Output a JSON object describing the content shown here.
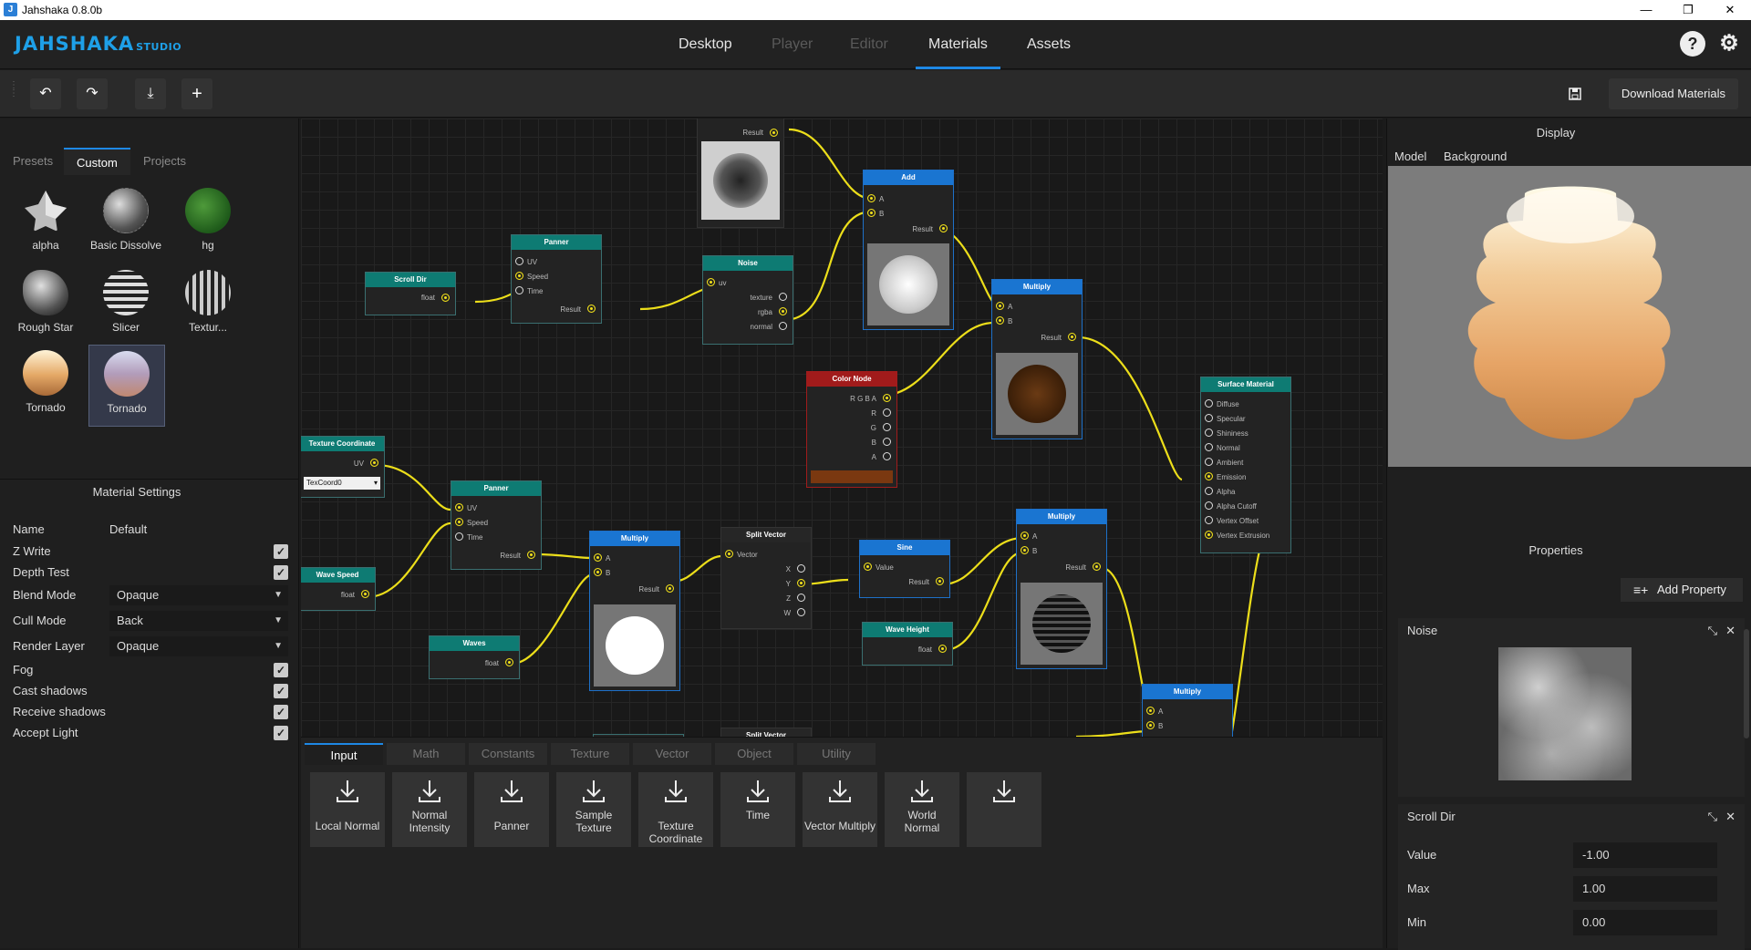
{
  "window": {
    "title": "Jahshaka 0.8.0b",
    "minimize": "—",
    "maximize": "❐",
    "close": "✕"
  },
  "header": {
    "logo": "JAHSHAKA",
    "logo_sub": "STUDIO",
    "tabs": [
      {
        "label": "Desktop",
        "state": "normal"
      },
      {
        "label": "Player",
        "state": "disabled"
      },
      {
        "label": "Editor",
        "state": "disabled"
      },
      {
        "label": "Materials",
        "state": "active"
      },
      {
        "label": "Assets",
        "state": "normal"
      }
    ],
    "help_icon": "?",
    "settings_icon": "⚙"
  },
  "toolbar": {
    "undo": "↶",
    "redo": "↷",
    "download": "⤓",
    "add": "+",
    "save_icon": "🖫",
    "download_materials": "Download Materials"
  },
  "left": {
    "tabs": [
      "Presets",
      "Custom",
      "Projects"
    ],
    "materials": [
      {
        "name": "alpha"
      },
      {
        "name": "Basic Dissolve"
      },
      {
        "name": "hg"
      },
      {
        "name": "Rough Star"
      },
      {
        "name": "Slicer"
      },
      {
        "name": "Textur..."
      },
      {
        "name": "Tornado"
      },
      {
        "name": "Tornado"
      }
    ],
    "settings_title": "Material Settings",
    "settings": {
      "name_label": "Name",
      "name_value": "Default",
      "zwrite": "Z Write",
      "depth_test": "Depth Test",
      "blend_mode": "Blend Mode",
      "blend_value": "Opaque",
      "cull_mode": "Cull Mode",
      "cull_value": "Back",
      "render_layer": "Render Layer",
      "render_value": "Opaque",
      "fog": "Fog",
      "cast_shadows": "Cast shadows",
      "receive_shadows": "Receive shadows",
      "accept_light": "Accept Light",
      "check": "✓"
    }
  },
  "nodes": {
    "top_result": "Result",
    "add": {
      "title": "Add",
      "a": "A",
      "b": "B",
      "result": "Result"
    },
    "scroll_dir": {
      "title": "Scroll Dir",
      "out": "float"
    },
    "panner1": {
      "title": "Panner",
      "uv": "UV",
      "speed": "Speed",
      "time": "Time",
      "result": "Result"
    },
    "noise": {
      "title": "Noise",
      "uv": "uv",
      "texture": "texture",
      "rgba": "rgba",
      "normal": "normal"
    },
    "multiply1": {
      "title": "Multiply",
      "a": "A",
      "b": "B",
      "result": "Result"
    },
    "color_node": {
      "title": "Color Node",
      "rgba": "R G B A",
      "r": "R",
      "g": "G",
      "b": "B",
      "a": "A"
    },
    "surface": {
      "title": "Surface Material",
      "inputs": [
        "Diffuse",
        "Specular",
        "Shininess",
        "Normal",
        "Ambient",
        "Emission",
        "Alpha",
        "Alpha Cutoff",
        "Vertex Offset",
        "Vertex Extrusion"
      ]
    },
    "texcoord": {
      "title": "Texture Coordinate",
      "uv": "UV",
      "select": "TexCoord0"
    },
    "panner2": {
      "title": "Panner",
      "uv": "UV",
      "speed": "Speed",
      "time": "Time",
      "result": "Result"
    },
    "wave_speed": {
      "title": "Wave Speed",
      "out": "float"
    },
    "multiply2": {
      "title": "Multiply",
      "a": "A",
      "b": "B",
      "result": "Result"
    },
    "split_vector": {
      "title": "Split Vector",
      "vector": "Vector",
      "x": "X",
      "y": "Y",
      "z": "Z",
      "w": "W"
    },
    "sine": {
      "title": "Sine",
      "value": "Value",
      "result": "Result"
    },
    "multiply3": {
      "title": "Multiply",
      "a": "A",
      "b": "B",
      "result": "Result"
    },
    "waves": {
      "title": "Waves",
      "out": "float"
    },
    "wave_height": {
      "title": "Wave Height",
      "out": "float"
    },
    "multiply4": {
      "title": "Multiply",
      "a": "A",
      "b": "B"
    },
    "split_vector2": {
      "title": "Split Vector"
    }
  },
  "palette": {
    "tabs": [
      "Input",
      "Math",
      "Constants",
      "Texture",
      "Vector",
      "Object",
      "Utility"
    ],
    "items": [
      "Local Normal",
      "Normal Intensity",
      "Panner",
      "Sample Texture",
      "Texture Coordinate",
      "Time",
      "Vector Multiply",
      "World Normal"
    ]
  },
  "right": {
    "display_title": "Display",
    "display_tabs": [
      "Model",
      "Background"
    ],
    "properties_title": "Properties",
    "add_property": "Add Property",
    "noise_card": {
      "title": "Noise"
    },
    "scroll_card": {
      "title": "Scroll Dir",
      "value_label": "Value",
      "value": "-1.00",
      "max_label": "Max",
      "max": "1.00",
      "min_label": "Min",
      "min": "0.00"
    },
    "expand_icon": "⤡",
    "close_icon": "✕"
  }
}
